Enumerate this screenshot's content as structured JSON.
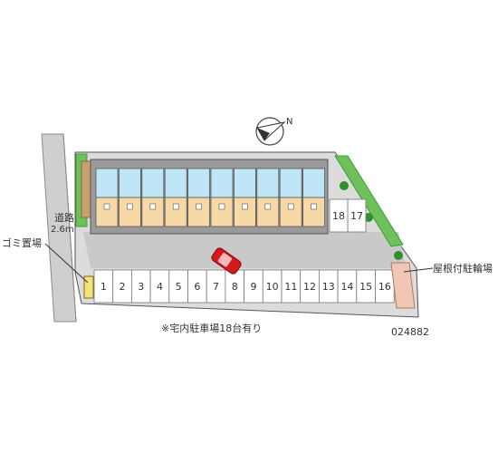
{
  "labels": {
    "road": "道路",
    "road_width": "2.6m",
    "garbage": "ゴミ置場",
    "bike_parking": "屋根付駐輪場",
    "note": "※宅内駐車場18台有り",
    "property_id": "024882"
  },
  "parking_spaces": [
    "1",
    "2",
    "3",
    "4",
    "5",
    "6",
    "7",
    "8",
    "9",
    "10",
    "11",
    "12",
    "13",
    "14",
    "15",
    "16",
    "17",
    "18"
  ],
  "compass": {
    "north_label": "N"
  },
  "colors": {
    "road": "#c8c8c8",
    "lot": "#dcdcdc",
    "unit_upper": "#bfe6f7",
    "unit_lower": "#f7d9a8",
    "building_frame": "#555555",
    "green": "#3d9e3d",
    "accent_car": "#d7191c",
    "bike_area": "#f0c7b5"
  }
}
